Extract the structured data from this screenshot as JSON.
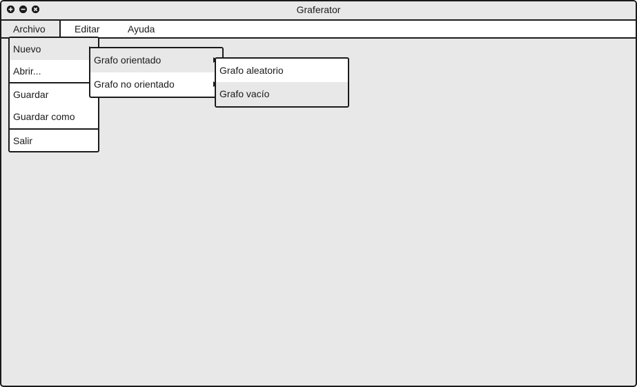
{
  "window": {
    "title": "Graferator",
    "controls": [
      {
        "name": "maximize",
        "icon": "plus-circle-icon"
      },
      {
        "name": "minimize",
        "icon": "minus-circle-icon"
      },
      {
        "name": "close",
        "icon": "x-circle-icon"
      }
    ]
  },
  "menubar": {
    "items": [
      "Archivo",
      "Editar",
      "Ayuda"
    ],
    "active": "Archivo"
  },
  "archivo_menu": {
    "items": [
      "Nuevo",
      "Abrir...",
      "Guardar",
      "Guardar como",
      "Salir"
    ],
    "highlighted": "Nuevo"
  },
  "nuevo_submenu": {
    "items": [
      "Grafo orientado",
      "Grafo no orientado"
    ],
    "highlighted": "Grafo orientado"
  },
  "orientado_submenu": {
    "items": [
      "Grafo aleatorio",
      "Grafo vacío"
    ],
    "highlighted": "Grafo vacío"
  },
  "colors": {
    "border": "#1a1a1a",
    "background": "#e8e8e8",
    "menu_background": "#ffffff",
    "highlight": "#e8e8e8"
  }
}
